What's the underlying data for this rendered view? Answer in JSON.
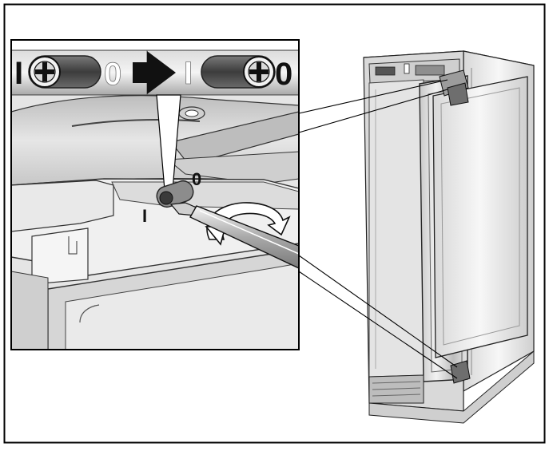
{
  "switch_labels": {
    "before_on": "I",
    "before_off": "0",
    "after_on": "I",
    "after_off": "0",
    "detail_on": "I",
    "detail_off": "0"
  },
  "icons": {
    "switch_knob": "screw-head-icon",
    "transition": "arrow-right-icon",
    "rotation": "curved-rotation-arrow-icon",
    "tool": "screwdriver-icon"
  },
  "colors": {
    "frame": "#000000",
    "dark": "#3a3a3a",
    "mid_gray": "#9a9a9a",
    "light_gray": "#d4d4d4",
    "background": "#ffffff"
  }
}
